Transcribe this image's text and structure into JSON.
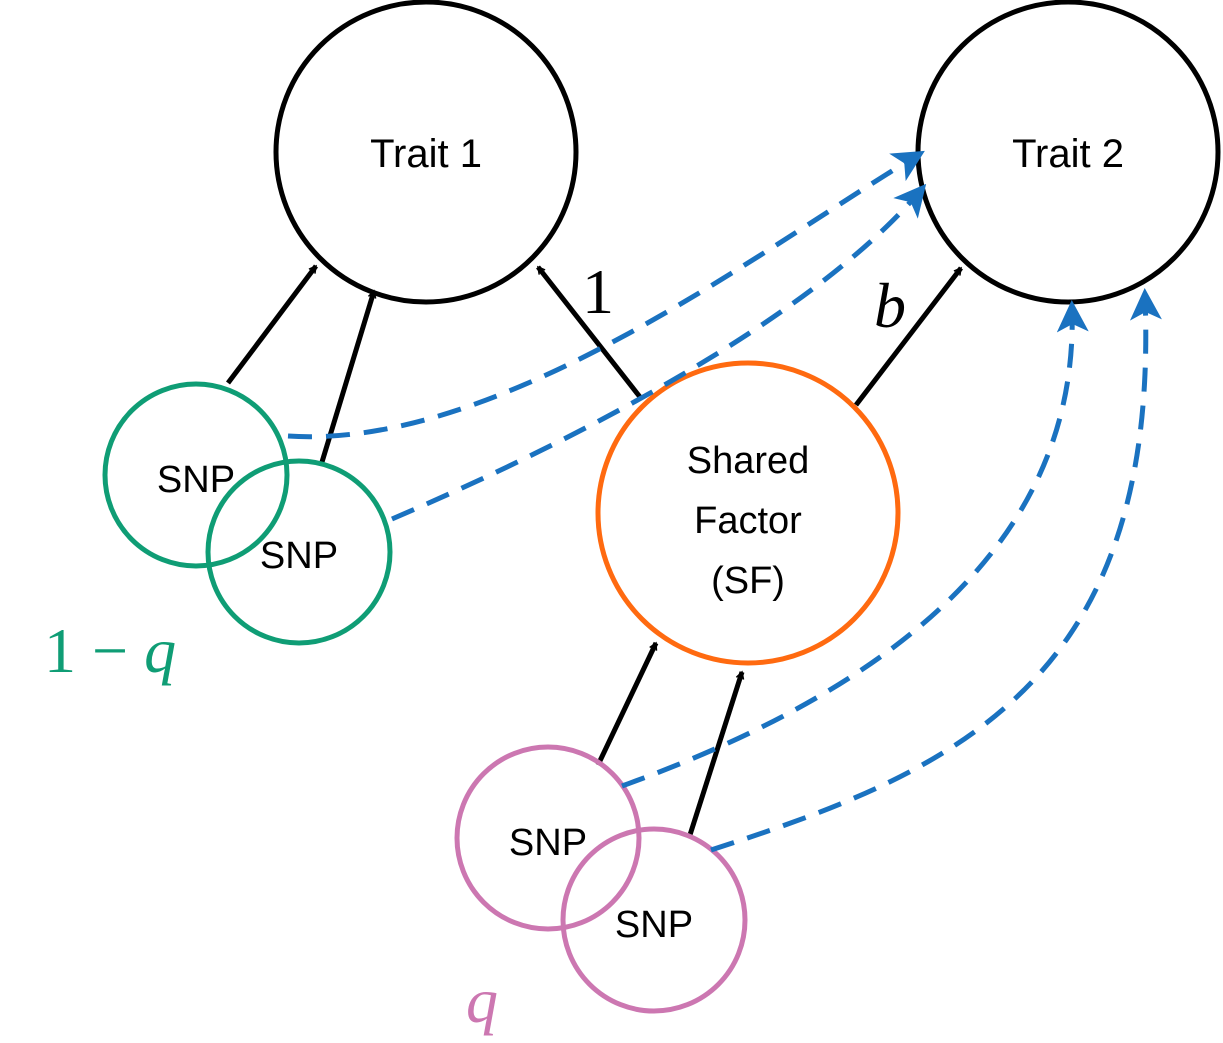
{
  "nodes": {
    "trait1": "Trait 1",
    "trait2": "Trait 2",
    "shared_factor": [
      "Shared",
      "Factor",
      "(SF)"
    ],
    "snp": "SNP"
  },
  "edge_labels": {
    "sf_to_trait1": "1",
    "sf_to_trait2": "b"
  },
  "group_labels": {
    "trait1_only": "1 − q",
    "shared": "q"
  },
  "colors": {
    "trait_outline": "#000000",
    "shared_factor_outline": "#FF6A10",
    "trait1_snp_outline": "#0F9D75",
    "shared_snp_outline": "#CC77B1",
    "pleiotropic_edge": "#1A72C0",
    "causal_edge": "#000000"
  }
}
